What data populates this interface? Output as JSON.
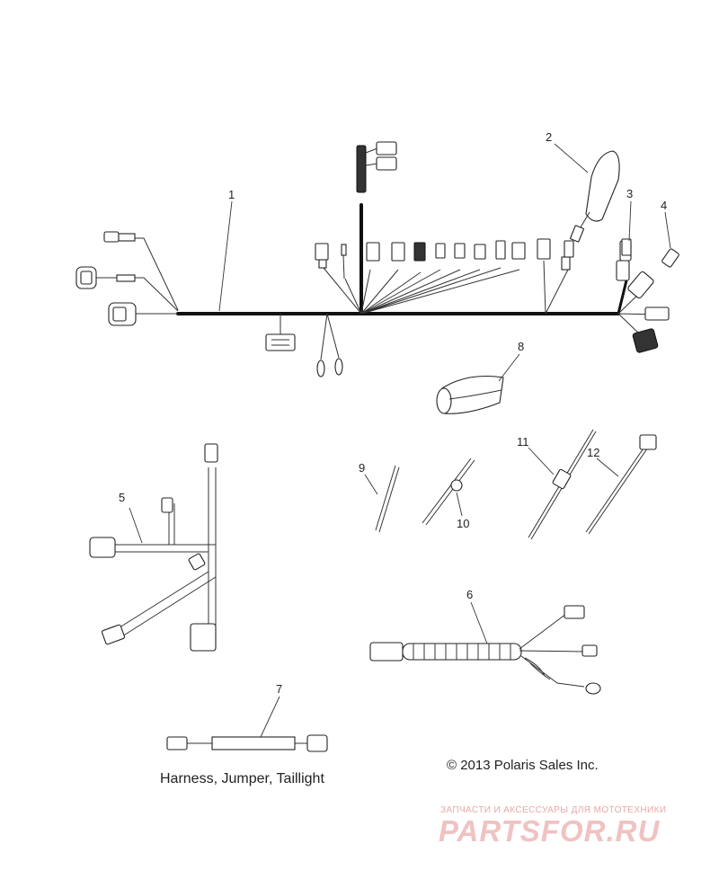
{
  "callouts": [
    "1",
    "2",
    "3",
    "4",
    "5",
    "6",
    "7",
    "8",
    "9",
    "10",
    "11",
    "12"
  ],
  "caption": "Harness, Jumper, Taillight",
  "copyright": "© 2013 Polaris Sales Inc.",
  "watermark": {
    "subtitle": "ЗАПЧАСТИ И АКСЕССУАРЫ ДЛЯ МОТОТЕХНИКИ",
    "logo": "PARTSFOR.RU"
  },
  "colors": {
    "line": "#111111",
    "watermark": "#f0c2c2"
  }
}
